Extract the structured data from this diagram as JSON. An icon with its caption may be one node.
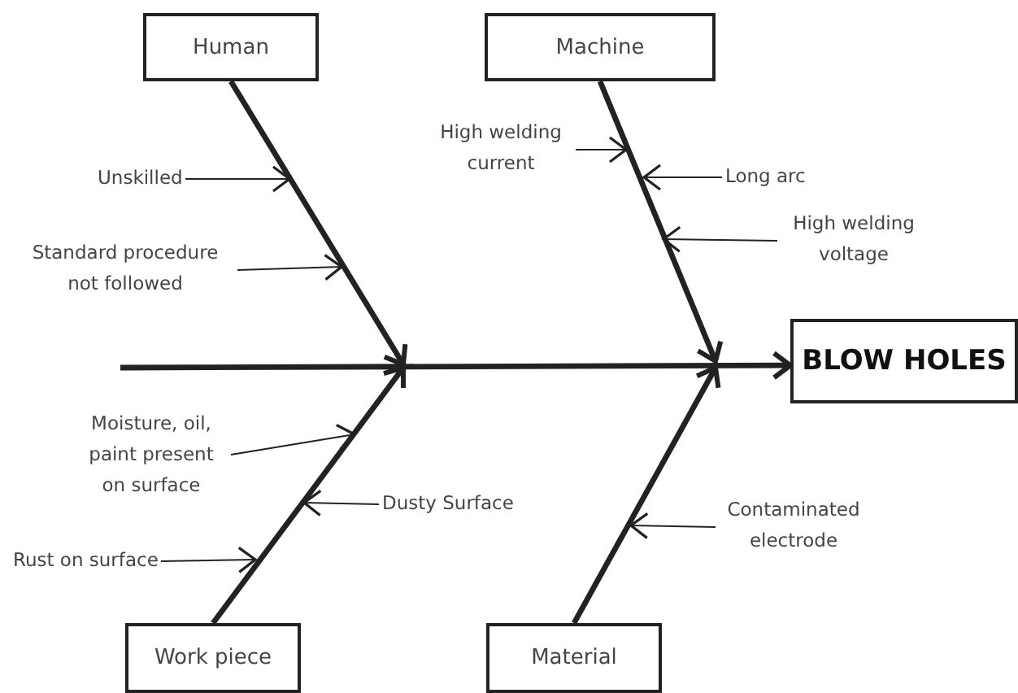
{
  "diagram": {
    "nodes": [
      {
        "text": [
          "Human"
        ]
      },
      {
        "text": [
          "Unskilled"
        ]
      },
      {
        "text": [
          "Standard procedure not followed"
        ]
      },
      {
        "text": [
          "Machine"
        ]
      },
      {
        "text": [
          "High welding current"
        ]
      },
      {
        "text": [
          "Long arc"
        ]
      },
      {
        "text": [
          "High welding voltage"
        ]
      },
      {
        "text": [
          "BLOW HOLES"
        ]
      },
      {
        "text": [
          "Moisture, oil, paint present on surface"
        ]
      },
      {
        "text": [
          "Dusty Surface"
        ]
      },
      {
        "text": [
          "Rust on surface"
        ]
      },
      {
        "text": [
          "Work piece"
        ]
      },
      {
        "text": [
          "Contaminated electrode"
        ]
      },
      {
        "text": [
          "Material"
        ]
      }
    ],
    "edges": [
      {
        "from": null,
        "to": 7,
        "arrow": "to",
        "style": "thick"
      },
      {
        "from": 0,
        "to": null,
        "arrow": "to",
        "style": "thick"
      },
      {
        "from": 3,
        "to": null,
        "arrow": "to",
        "style": "thick"
      },
      {
        "from": 11,
        "to": null,
        "arrow": "to",
        "style": "thick"
      },
      {
        "from": 13,
        "to": null,
        "arrow": "to",
        "style": "thick"
      },
      {
        "from": 1,
        "to": null,
        "arrow": "to"
      },
      {
        "from": 2,
        "to": null,
        "arrow": "to"
      },
      {
        "from": 4,
        "to": null,
        "arrow": "to"
      },
      {
        "from": 5,
        "to": null,
        "arrow": "to"
      },
      {
        "from": 6,
        "to": null,
        "arrow": "to"
      },
      {
        "from": 8,
        "to": null,
        "arrow": "to"
      },
      {
        "from": 9,
        "to": null,
        "arrow": "to"
      },
      {
        "from": 10,
        "to": null,
        "arrow": "to"
      },
      {
        "from": 12,
        "to": null,
        "arrow": "to"
      }
    ]
  }
}
